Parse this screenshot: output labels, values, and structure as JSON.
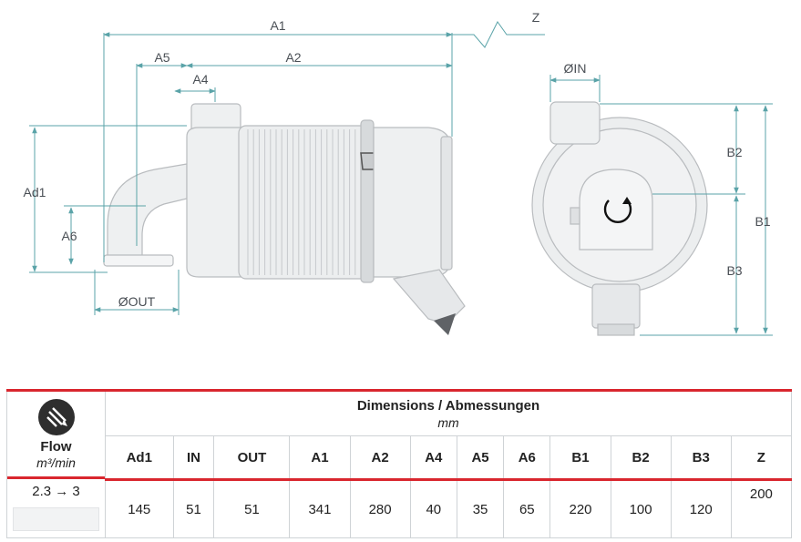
{
  "drawing": {
    "labels": {
      "A1": "A1",
      "A2": "A2",
      "A4": "A4",
      "A5": "A5",
      "A6": "A6",
      "Ad1": "Ad1",
      "OUT": "ØOUT",
      "IN": "ØIN",
      "Z": "Z",
      "B1": "B1",
      "B2": "B2",
      "B3": "B3"
    },
    "colors": {
      "dimension": "#5aa3a8",
      "part_fill": "#eef0f1",
      "part_stroke": "#b9bcbf"
    }
  },
  "table": {
    "header_title": "Dimensions / Abmessungen",
    "header_unit": "mm",
    "flow_icon": "flow-icon",
    "flow_label": "Flow",
    "flow_unit": "m³/min",
    "flow_value": "2.3 → 3",
    "columns": [
      "Ad1",
      "IN",
      "OUT",
      "A1",
      "A2",
      "A4",
      "A5",
      "A6",
      "B1",
      "B2",
      "B3",
      "Z"
    ],
    "values": [
      "145",
      "51",
      "51",
      "341",
      "280",
      "40",
      "35",
      "65",
      "220",
      "100",
      "120",
      "200"
    ],
    "accent": "#d9262e"
  }
}
